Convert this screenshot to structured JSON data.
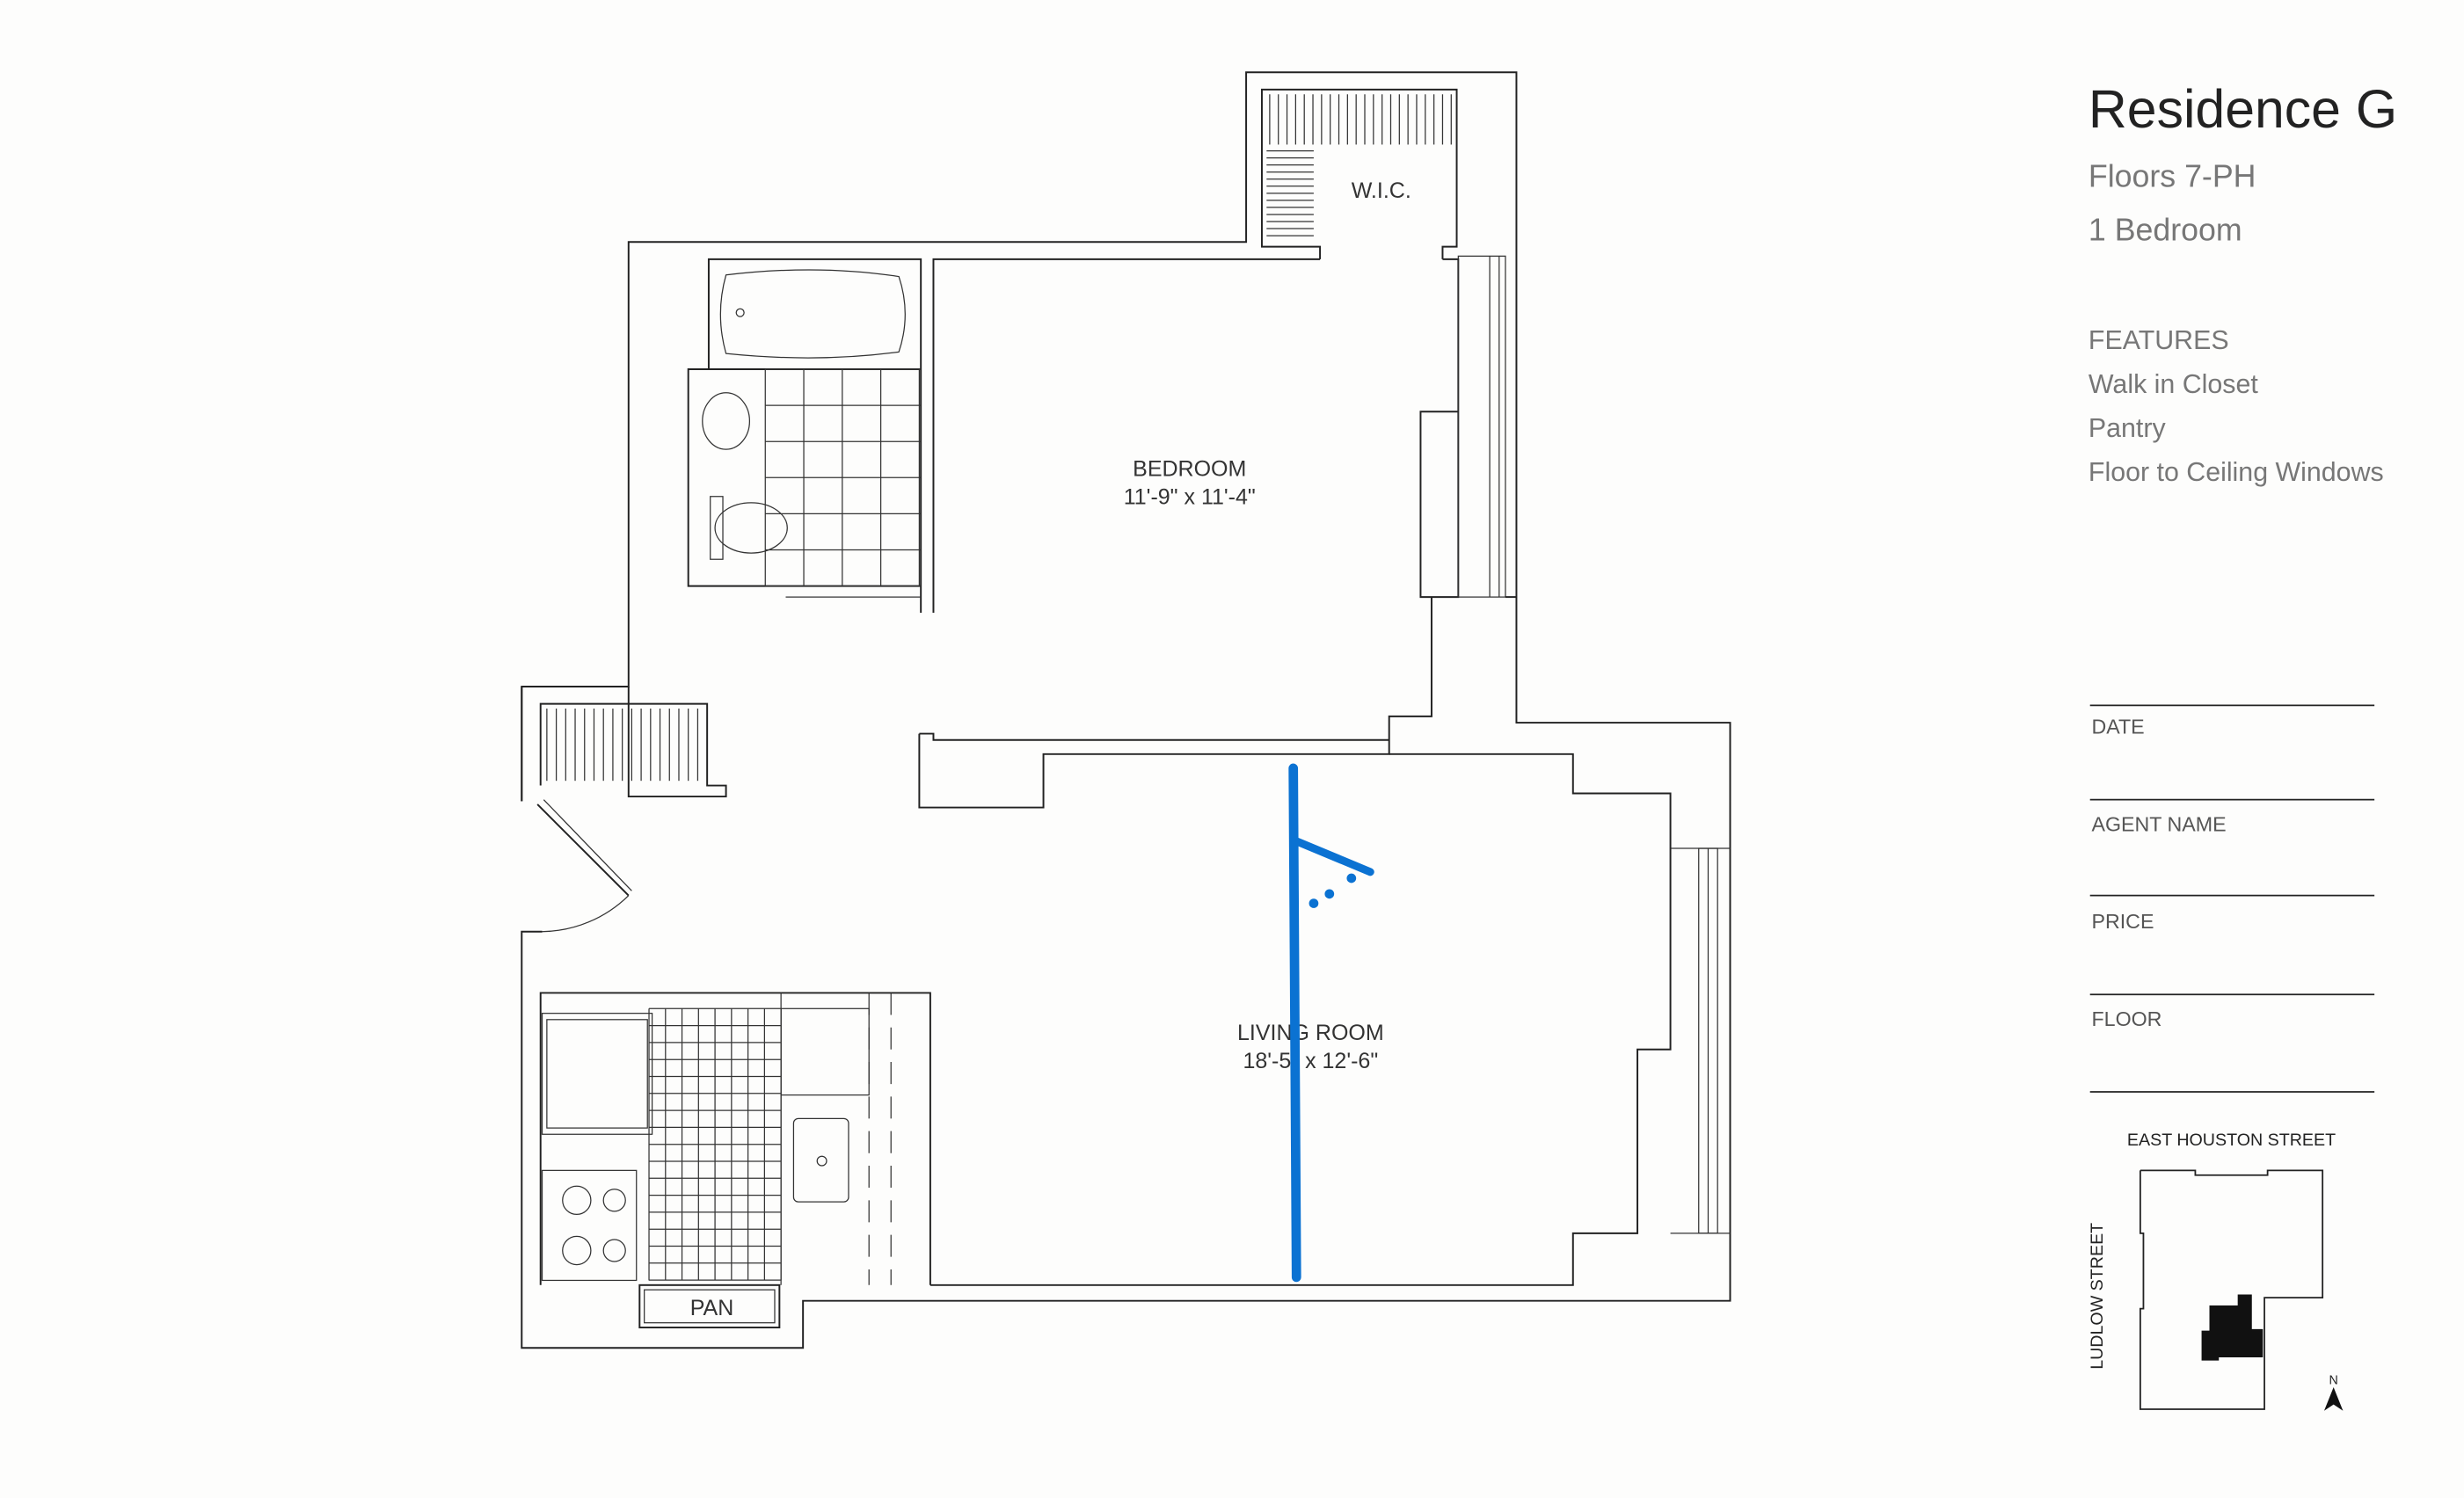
{
  "header": {
    "title": "Residence G",
    "floors": "Floors 7-PH",
    "bedrooms": "1 Bedroom"
  },
  "features": {
    "heading": "FEATURES",
    "items": [
      "Walk in Closet",
      "Pantry",
      "Floor to Ceiling Windows"
    ]
  },
  "form": {
    "fields": [
      "DATE",
      "AGENT NAME",
      "PRICE",
      "FLOOR"
    ]
  },
  "rooms": {
    "wic": "W.I.C.",
    "bedroom_name": "BEDROOM",
    "bedroom_size": "11'-9\" x 11'-4\"",
    "living_name": "LIVING ROOM",
    "living_size": "18'-5\" x 12'-6\"",
    "pantry": "PAN"
  },
  "key_map": {
    "north_street": "EAST HOUSTON STREET",
    "west_street": "LUDLOW STREET",
    "north_label": "N"
  },
  "colors": {
    "annotation": "#0b72d2",
    "walls": "#222222"
  }
}
